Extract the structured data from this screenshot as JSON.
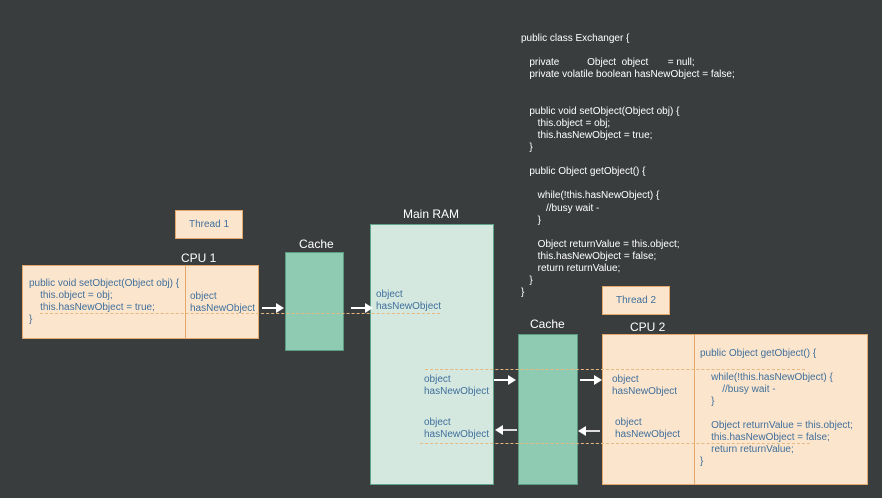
{
  "class_code": {
    "lines": [
      "public class Exchanger {",
      "",
      "    private          Object  object       = null;",
      "    private volatile boolean hasNewObject = false;",
      "",
      "",
      "    public void setObject(Object obj) {",
      "        this.object = obj;",
      "        this.hasNewObject = true;",
      "    }",
      "",
      "    public Object getObject() {",
      "",
      "        while(!this.hasNewObject) {",
      "            //busy wait -",
      "        }",
      "",
      "        Object returnValue = this.object;",
      "        this.hasNewObject = false;",
      "        return returnValue;",
      "    }",
      "}"
    ]
  },
  "thread1": {
    "label": "Thread 1"
  },
  "thread2": {
    "label": "Thread 2"
  },
  "cpu1": {
    "title": "CPU 1",
    "code": "public void setObject(Object obj) {\n    this.object = obj;\n    this.hasNewObject = true;\n}",
    "registers": "object\nhasNewObject"
  },
  "cpu2": {
    "title": "CPU 2",
    "code": "public Object getObject() {\n\n    while(!this.hasNewObject) {\n        //busy wait -\n    }\n\n    Object returnValue = this.object;\n    this.hasNewObject = false;\n    return returnValue;\n}",
    "registers_top": "object\nhasNewObject",
    "registers_bottom": "object\nhasNewObject"
  },
  "cache1": {
    "title": "Cache"
  },
  "cache2": {
    "title": "Cache"
  },
  "main_ram": {
    "title": "Main RAM",
    "vars_top": "object\nhasNewObject",
    "vars_mid": "object\nhasNewObject",
    "vars_bottom": "object\nhasNewObject"
  }
}
